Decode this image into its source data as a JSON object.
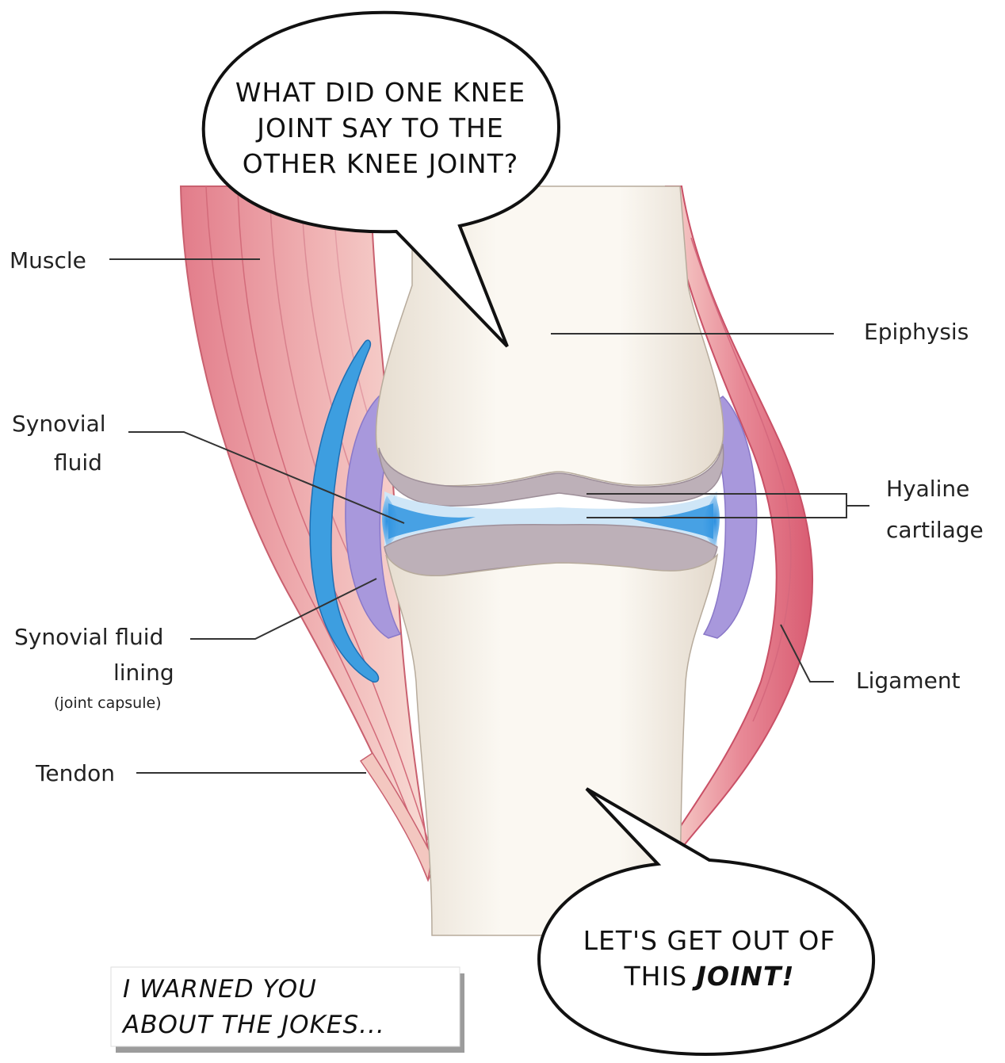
{
  "labels": {
    "muscle": "Muscle",
    "epiphysis": "Epiphysis",
    "synovial_fluid_1": "Synovial",
    "synovial_fluid_2": "fluid",
    "hyaline_1": "Hyaline",
    "hyaline_2": "cartilage",
    "lining_1": "Synovial fluid",
    "lining_2": "lining",
    "lining_3": "(joint capsule)",
    "ligament": "Ligament",
    "tendon": "Tendon"
  },
  "bubbles": {
    "top_line_1": "WHAT DID ONE KNEE",
    "top_line_2": "JOINT SAY TO THE",
    "top_line_3": "OTHER KNEE JOINT?",
    "bottom_line_1": "LET'S GET OUT OF",
    "bottom_line_2a": "THIS ",
    "bottom_line_2b": "JOINT!"
  },
  "caption": {
    "line_1": "I WARNED YOU",
    "line_2": "ABOUT THE JOKES..."
  },
  "colors": {
    "muscle": "#e8909a",
    "muscle_light": "#f5c9c4",
    "bone": "#f4efe6",
    "cartilage": "#bdb2b8",
    "capsule": "#a99ad8",
    "fluid": "#3d9ee0",
    "ligament": "#e06f82"
  }
}
